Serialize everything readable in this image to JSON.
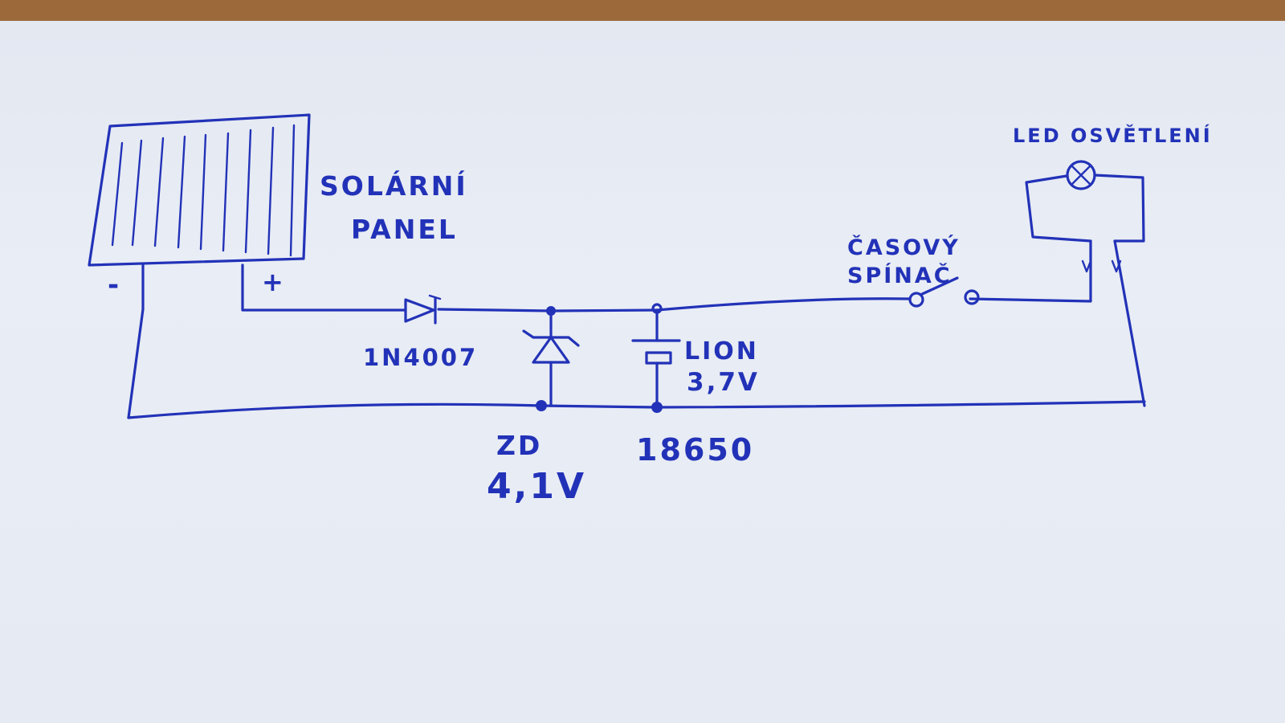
{
  "labels": {
    "solar_line1": "SOLÁRNÍ",
    "solar_line2": "PANEL",
    "panel_minus": "-",
    "panel_plus": "+",
    "diode": "1N4007",
    "zener_line1": "ZD",
    "zener_line2": "4,1V",
    "battery_type": "LION",
    "battery_voltage": "3,7V",
    "battery_size": "18650",
    "switch_line1": "ČASOVÝ",
    "switch_line2": "SPÍNAČ",
    "led": "LED OSVĚTLENÍ"
  },
  "ink_color": "#2232b8",
  "paper_color": "#e6eaf2",
  "background_color": "#9c6a3a"
}
